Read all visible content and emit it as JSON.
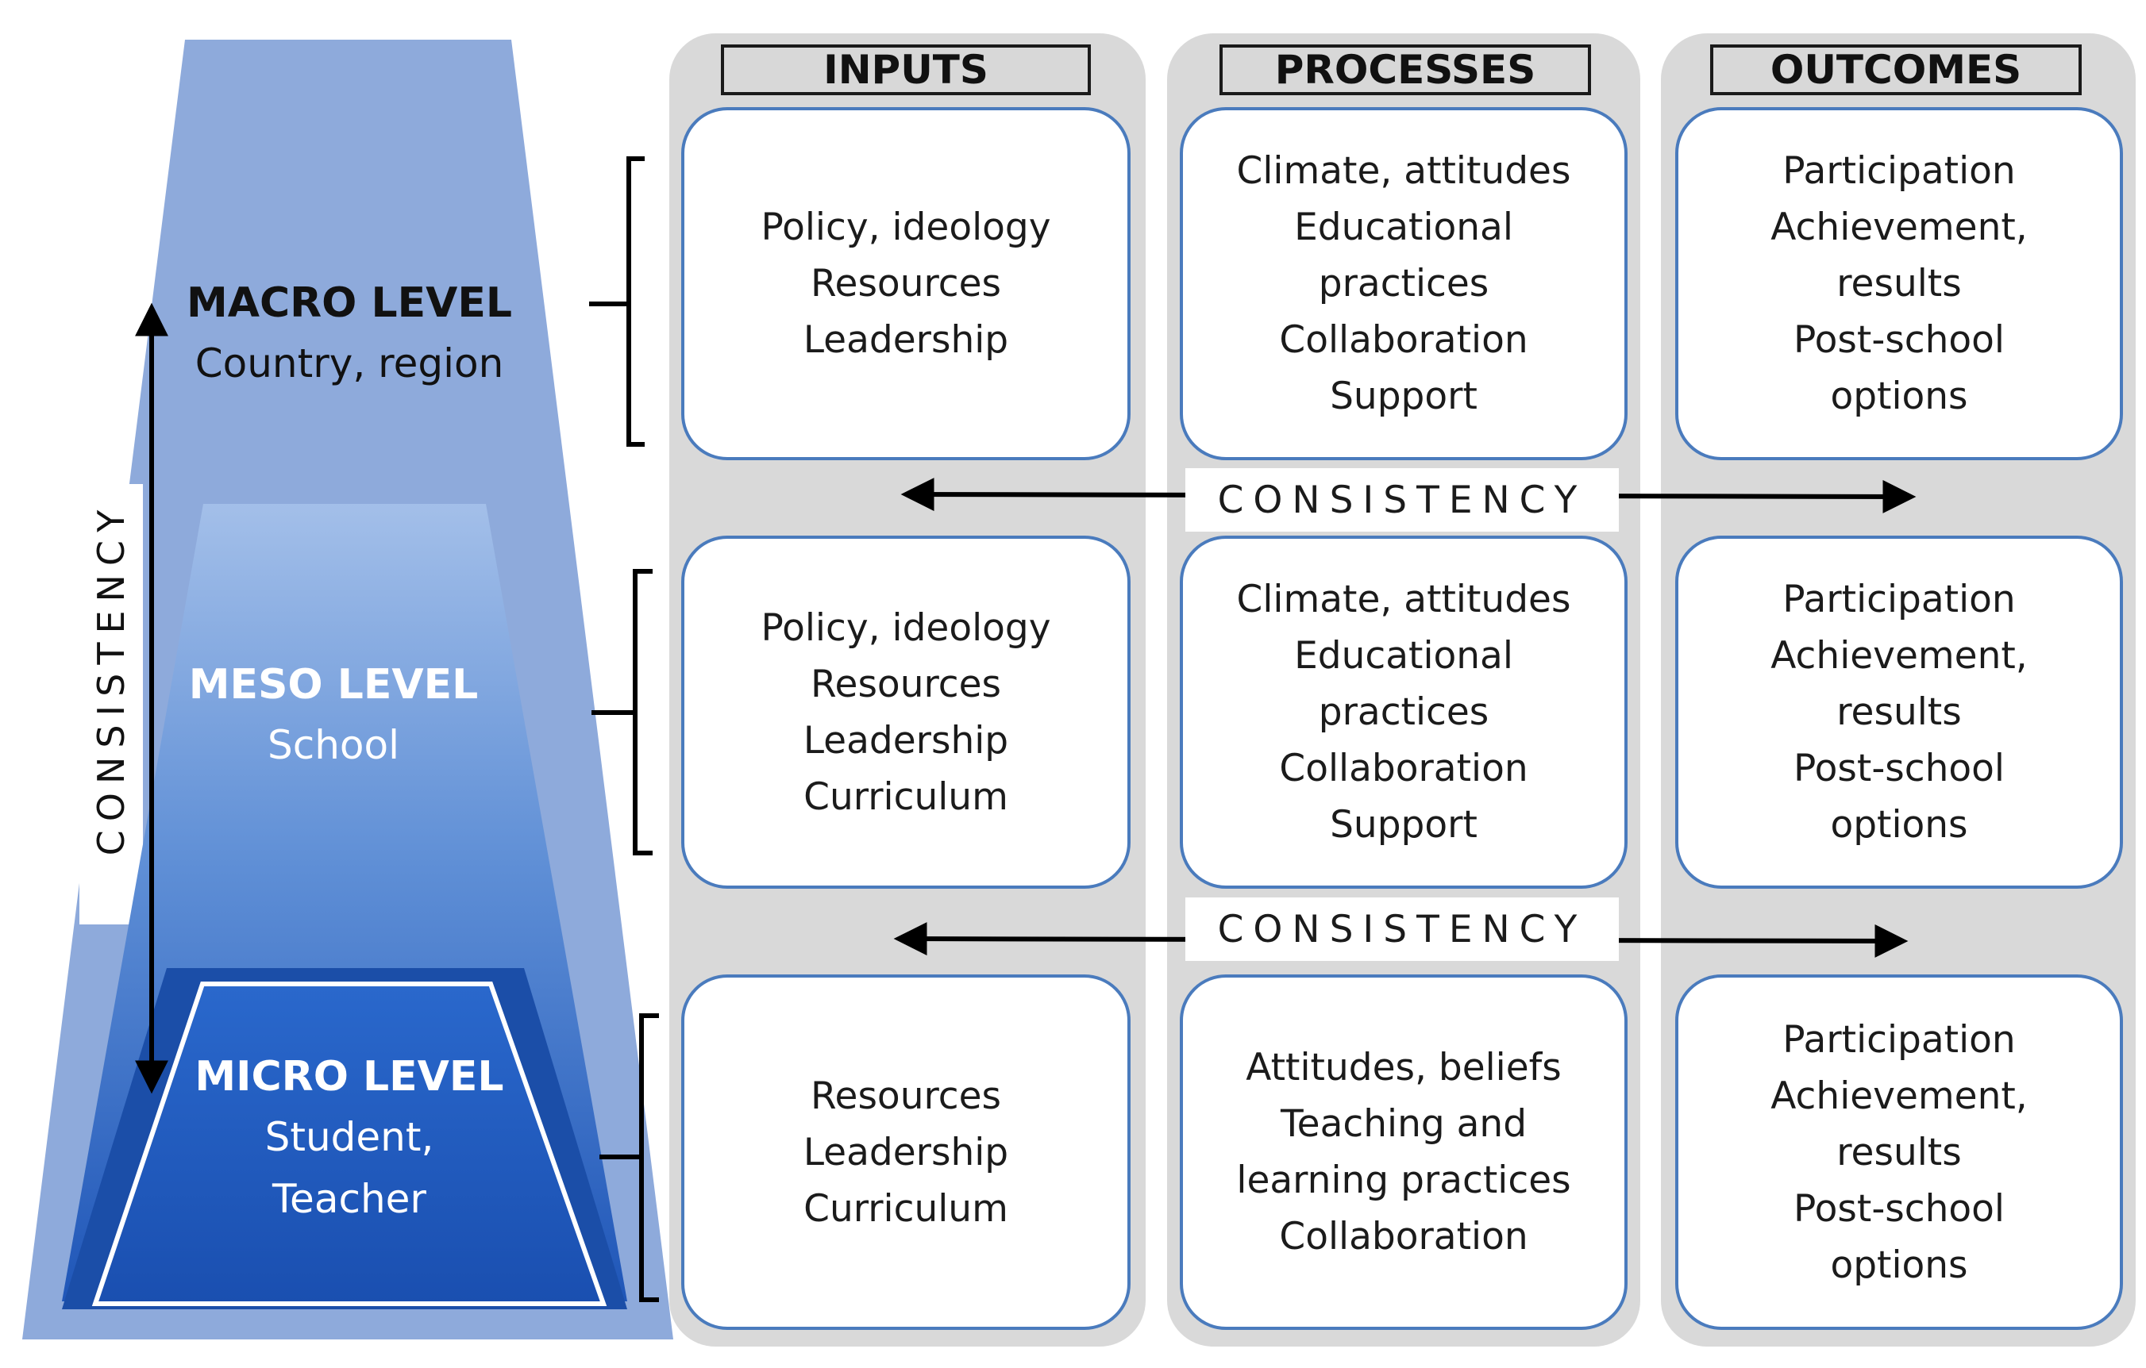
{
  "columns": {
    "inputs": "INPUTS",
    "processes": "PROCESSES",
    "outcomes": "OUTCOMES"
  },
  "levels": {
    "macro": {
      "name": "MACRO LEVEL",
      "desc": [
        "Country, region"
      ]
    },
    "meso": {
      "name": "MESO LEVEL",
      "desc": [
        "School"
      ]
    },
    "micro": {
      "name": "MICRO LEVEL",
      "desc": [
        "Student,",
        "Teacher"
      ]
    }
  },
  "consistency_vertical": "CONSISTENCY",
  "consistency_rows": [
    "CONSISTENCY",
    "CONSISTENCY"
  ],
  "rows": {
    "macro": {
      "inputs": [
        "Policy, ideology",
        "Resources",
        "Leadership"
      ],
      "processes": [
        "Climate, attitudes",
        "Educational",
        "practices",
        "Collaboration",
        "Support"
      ],
      "outcomes": [
        "Participation",
        "Achievement,",
        "results",
        "Post-school",
        "options"
      ]
    },
    "meso": {
      "inputs": [
        "Policy, ideology",
        "Resources",
        "Leadership",
        "Curriculum"
      ],
      "processes": [
        "Climate, attitudes",
        "Educational",
        "practices",
        "Collaboration",
        "Support"
      ],
      "outcomes": [
        "Participation",
        "Achievement,",
        "results",
        "Post-school",
        "options"
      ]
    },
    "micro": {
      "inputs": [
        "Resources",
        "Leadership",
        "Curriculum"
      ],
      "processes": [
        "Attitudes, beliefs",
        "Teaching and",
        "learning practices",
        "Collaboration"
      ],
      "outcomes": [
        "Participation",
        "Achievement,",
        "results",
        "Post-school",
        "options"
      ]
    }
  },
  "colors": {
    "macro_fill": "#8eaadb",
    "meso_fill_top": "#9dbbe8",
    "meso_fill_bottom": "#2f65c0",
    "micro_fill": "#1f5bc4",
    "cell_border": "#4a7bbd",
    "column_bg": "#d9d9d9"
  }
}
